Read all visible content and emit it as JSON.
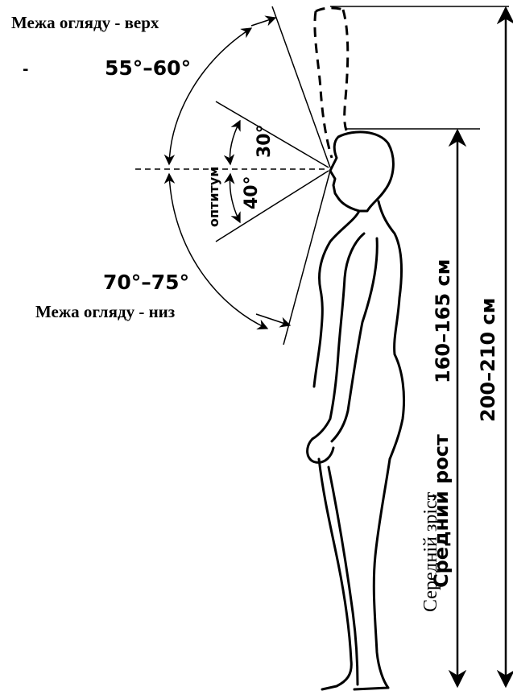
{
  "labels": {
    "upper_limit": "Межа огляду  - верх",
    "lower_limit": "Межа огляду  - низ",
    "upper_angle": "55°–60°",
    "lower_angle": "70°–75°",
    "optimum": "оптитум",
    "angle_up": "30°",
    "angle_down": "40°",
    "average_height_ua": "Середній зріст",
    "average_height_ru": "Средний рост",
    "height_range": "160–165 см",
    "reach_range": "200–210 см",
    "stray_mark": "-"
  }
}
